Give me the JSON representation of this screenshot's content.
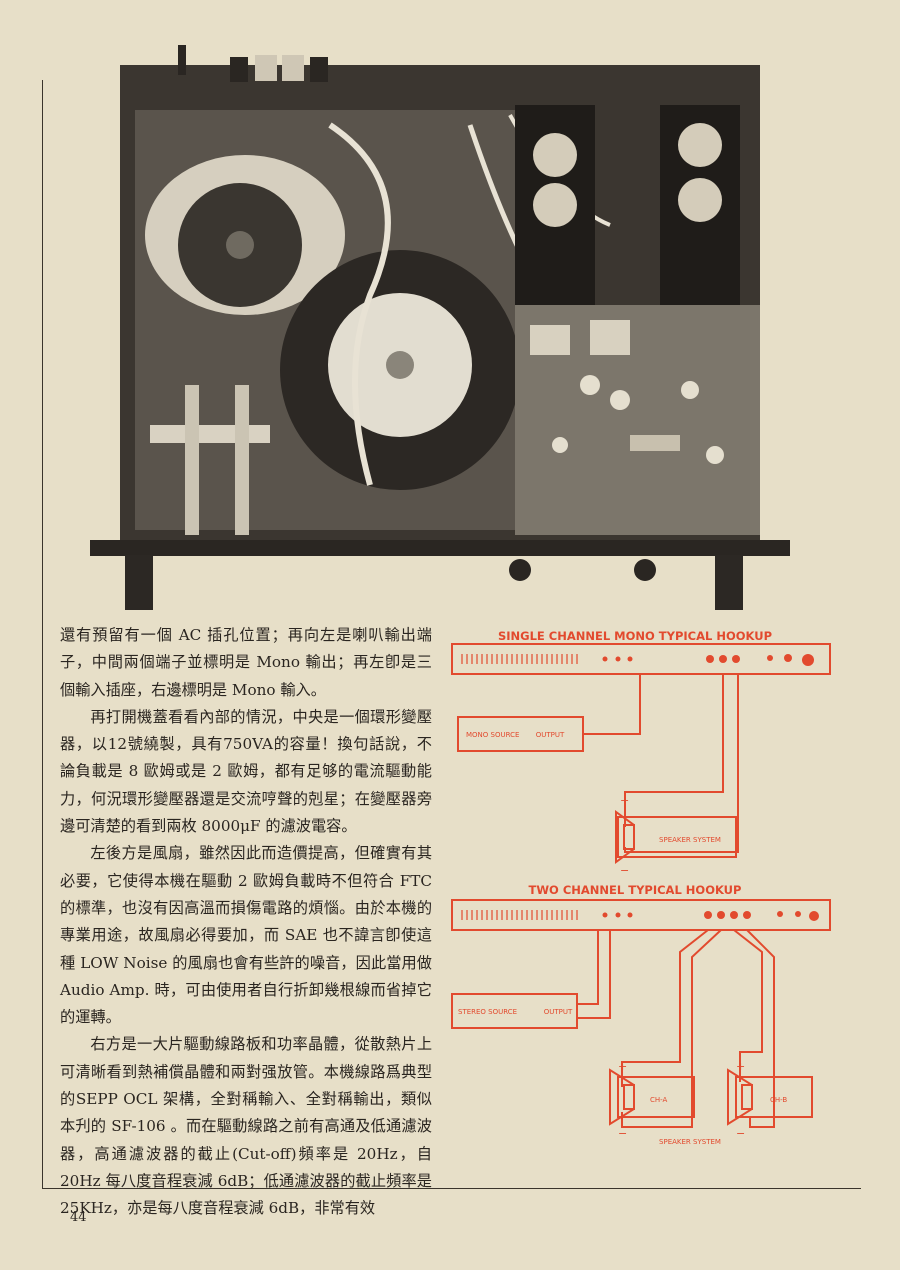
{
  "page": {
    "number": "44"
  },
  "article": {
    "paragraphs": [
      "還有預留有一個 AC 插孔位置；再向左是喇叭輸出端子，中間兩個端子並標明是 Mono 輸出；再左卽是三個輸入插座，右邊標明是 Mono 輸入。",
      "再打開機蓋看看內部的情況，中央是一個環形變壓器，以12號繞製，具有750VA的容量！換句話說，不論負載是 8 歐姆或是 2 歐姆，都有足够的電流驅動能力，何況環形變壓器還是交流哼聲的剋星；在變壓器旁邊可清楚的看到兩枚 8000μF 的濾波電容。",
      "左後方是風扇，雖然因此而造價提高，但確實有其必要，它使得本機在驅動 2 歐姆負載時不但符合 FTC 的標準，也沒有因高溫而損傷電路的煩惱。由於本機的專業用途，故風扇必得要加，而 SAE 也不諱言卽使這種 LOW Noise 的風扇也會有些許的噪音，因此當用做 Audio Amp. 時，可由使用者自行折卸幾根線而省掉它的運轉。",
      "右方是一大片驅動線路板和功率晶體，從散熱片上可清晰看到熱補償晶體和兩對强放管。本機線路爲典型的SEPP OCL 架構，全對稱輸入、全對稱輸出，類似本刋的 SF-106 。而在驅動線路之前有高通及低通濾波器，高通濾波器的截止(Cut-off)頻率是 20Hz，自 20Hz 每八度音程衰減 6dB；低通濾波器的截止頻率是 25KHz，亦是每八度音程衰減 6dB，非常有效"
    ]
  },
  "diagram": {
    "color": "#e24a2e",
    "mono": {
      "title": "SINGLE CHANNEL MONO TYPICAL HOOKUP",
      "source_label": "MONO SOURCE",
      "output_label": "OUTPUT",
      "speaker_label": "SPEAKER SYSTEM",
      "plus": "+",
      "minus": "−"
    },
    "two_channel": {
      "title": "TWO CHANNEL TYPICAL HOOKUP",
      "source_label": "STEREO SOURCE",
      "output_label": "OUTPUT",
      "ch_a": "CH-A",
      "ch_b": "CH-B",
      "speaker_label": "SPEAKER SYSTEM",
      "plus": "+",
      "minus": "−"
    }
  }
}
